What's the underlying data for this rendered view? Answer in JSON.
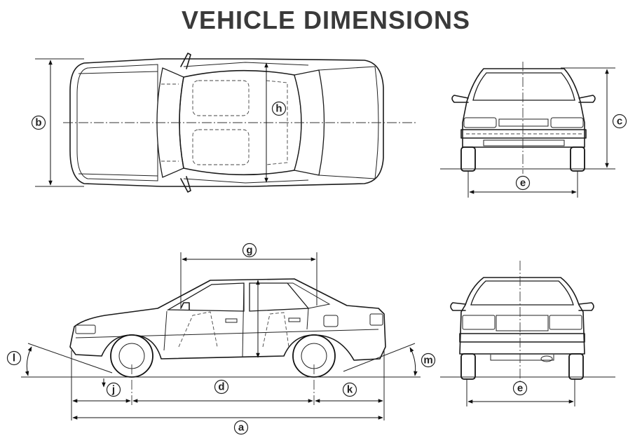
{
  "title": "VEHICLE DIMENSIONS",
  "labels": {
    "a": "a",
    "b": "b",
    "c": "c",
    "d": "d",
    "e": "e",
    "g": "g",
    "h": "h",
    "j": "j",
    "k": "k",
    "l": "l",
    "m": "m"
  }
}
